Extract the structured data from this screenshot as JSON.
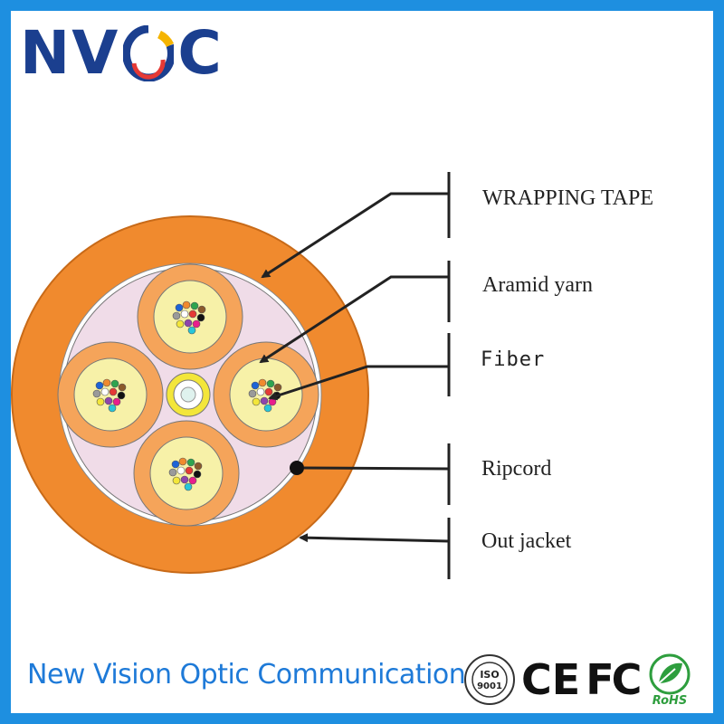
{
  "brand": {
    "logo_letters_left": "NV",
    "logo_letters_right": "C",
    "tagline": "New Vision Optic Communication",
    "logo_color": "#1b3f8f",
    "tagline_color": "#1e7ad8",
    "frame_color": "#1e8fe0"
  },
  "callouts": {
    "wrapping_tape": "WRAPPING TAPE",
    "aramid_yarn": "Aramid yarn",
    "fiber": "Fiber",
    "ripcord": "Ripcord",
    "out_jacket": "Out jacket"
  },
  "certifications": {
    "iso_text": "ISO",
    "iso_number": "9001",
    "ce_mark": "CE",
    "fc_mark": "FC",
    "rohs_mark": "RoHS"
  },
  "colors": {
    "jacket": "#f08a2e",
    "jacket_outline": "#c86a18",
    "tape": "#ffffff",
    "filler": "#f0dce8",
    "subunit_jacket": "#f5a45a",
    "subunit_core": "#f7f1a8",
    "center_member": "#f3e63a"
  },
  "fiber_colors": [
    "#1e63d6",
    "#f08a2e",
    "#2ea44f",
    "#8b5a2b",
    "#9a9a9a",
    "#ffffff",
    "#e53935",
    "#111111",
    "#f3e63a",
    "#8e44ad",
    "#e91e8c",
    "#27c6d9"
  ]
}
